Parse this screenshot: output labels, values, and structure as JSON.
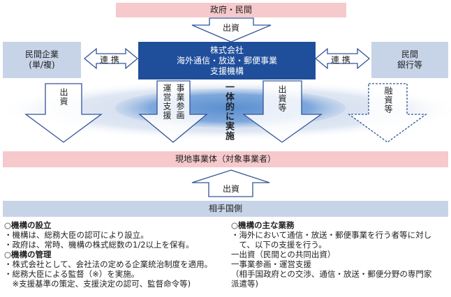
{
  "top_bar": "政府・民間",
  "top_arrow": "出資",
  "center_box": [
    "株式会社",
    "海外通信・放送・郵便事業",
    "支援機構"
  ],
  "left_box": [
    "民間企業",
    "(単/複)"
  ],
  "right_box": [
    "民間",
    "銀行等"
  ],
  "link_left": "連 携",
  "link_right": "連 携",
  "down_arrows": {
    "a1": "出資",
    "a2_col1": "運営支援",
    "a2_col2": "事業参画",
    "a3": "出資等",
    "a4": "融資等"
  },
  "center_vertical": "一体的に実施",
  "local_bar": "現地事業体（対象事業者）",
  "bottom_arrow": "出資",
  "bottom_bar": "相手国側",
  "notes_left": {
    "s1_title": "○機構の設立",
    "s1_l1": "・機構は、総務大臣の認可により設立。",
    "s1_l2": "・政府は、常時、機構の株式総数の1/2以上を保有。",
    "s2_title": "○機構の管理",
    "s2_l1": "・株式会社として、会社法の定める企業統治制度を適用。",
    "s2_l2": "・総務大臣による監督（※）を実施。",
    "s2_l3": "　※支援基準の策定、支援決定の認可、監督命令等)"
  },
  "notes_right": {
    "title": "○機構の主な業務",
    "l1": "・海外において通信・放送・郵便事業を行う者等に対して、以下の支援を行う。",
    "l1a": "・海外において通信・放送・郵便事業を行う者等に対し",
    "l1b": "　て、以下の支援を行う。",
    "l2": "一出資（民間との共同出資）",
    "l3": "一事業参画・運営支援",
    "l4a": "（相手国政府との交渉、通信・放送・郵便分野の専門家",
    "l4b": "派遣等)"
  }
}
